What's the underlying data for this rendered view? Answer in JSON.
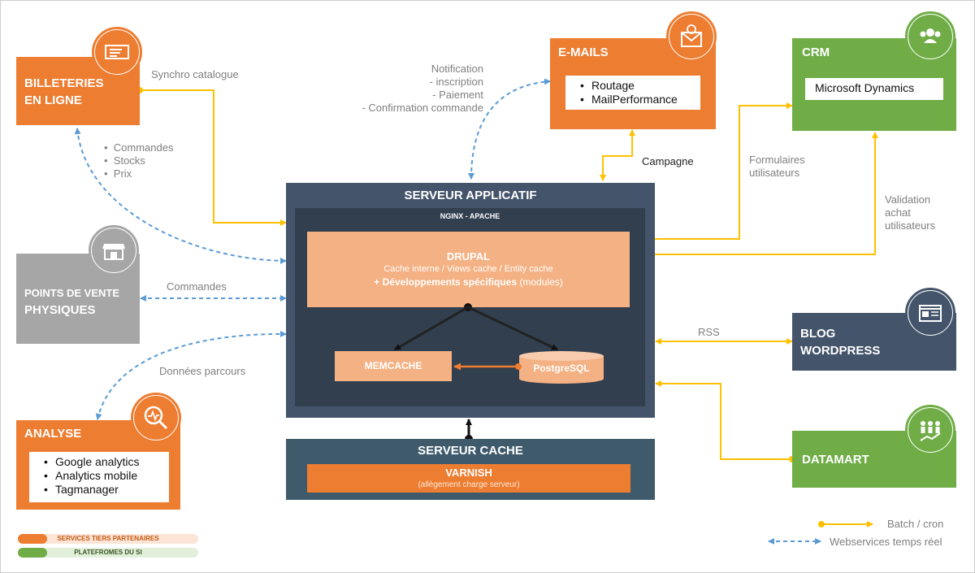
{
  "billeteries": {
    "title_line1": "BILLETERIES",
    "title_line2": "EN LIGNE",
    "icon": "ticket-icon"
  },
  "points_vente": {
    "title_line1": "POINTS DE VENTE",
    "title_line2": "PHYSIQUES",
    "icon": "store-icon"
  },
  "analyse": {
    "title": "ANALYSE",
    "icon": "analytics-search-icon",
    "items": [
      "Google analytics",
      "Analytics mobile",
      "Tagmanager"
    ]
  },
  "emails": {
    "title": "E-MAILS",
    "icon": "email-icon",
    "items": [
      "Routage",
      "MailPerformance"
    ]
  },
  "crm": {
    "title": "CRM",
    "icon": "crm-users-icon",
    "item": "Microsoft Dynamics"
  },
  "blog": {
    "title_line1": "BLOG",
    "title_line2": "WORDPRESS",
    "icon": "blog-icon"
  },
  "datamart": {
    "title": "DATAMART",
    "icon": "people-growth-icon"
  },
  "serveur_applicatif": {
    "title": "SERVEUR APPLICATIF",
    "subtitle": "NGINX - APACHE",
    "drupal_title": "DRUPAL",
    "drupal_line1": "Cache interne / Views cache / Entity cache",
    "drupal_plus": "+ ",
    "drupal_bold": "Développements spécifiques",
    "drupal_modules": " (modules)",
    "memcache": "MEMCACHE",
    "postgres": "PostgreSQL"
  },
  "serveur_cache": {
    "title": "SERVEUR CACHE",
    "varnish": "VARNISH",
    "varnish_note": "(allègement charge serveur)"
  },
  "labels": {
    "synchro": "Synchro catalogue",
    "commandes_list": [
      "Commandes",
      "Stocks",
      "Prix"
    ],
    "commandes": "Commandes",
    "donnees": "Données parcours",
    "notification": "Notification",
    "notification_items": [
      "-   inscription",
      "-   Paiement",
      "-   Confirmation commande"
    ],
    "campagne": "Campagne",
    "formulaires": [
      "Formulaires",
      "utilisateurs"
    ],
    "validation": [
      "Validation",
      "achat",
      "utilisateurs"
    ],
    "rss": "RSS"
  },
  "legend": {
    "services": "SERVICES TIERS PARTENAIRES",
    "plateformes": "PLATEFROMES DU SI",
    "batch": "Batch / cron",
    "webservices": "Webservices temps réel"
  },
  "colors": {
    "orange": "#ed7d31",
    "green": "#70ad47",
    "grey": "#a6a6a6",
    "navy": "#44546a",
    "yellow": "#ffc000",
    "blue": "#5b9bd5"
  }
}
